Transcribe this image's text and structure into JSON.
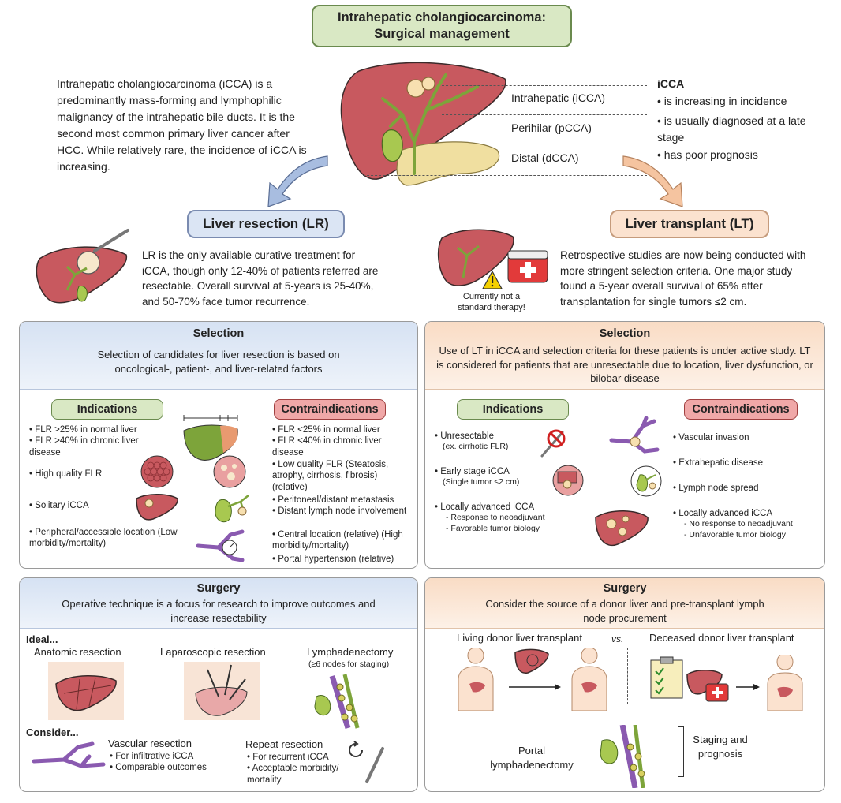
{
  "title": {
    "line1": "Intrahepatic cholangiocarcinoma:",
    "line2": "Surgical management"
  },
  "intro": "Intrahepatic cholangiocarcinoma (iCCA) is a predominantly mass-forming and lymphophilic malignancy of the intrahepatic bile ducts. It is the second most common primary liver cancer after HCC. While relatively rare, the incidence of iCCA is increasing.",
  "regions": {
    "intrahepatic": "Intrahepatic (iCCA)",
    "perihilar": "Perihilar (pCCA)",
    "distal": "Distal (dCCA)"
  },
  "icca_facts": {
    "heading": "iCCA",
    "items": [
      "is increasing in incidence",
      "is usually diagnosed at a late stage",
      "has poor prognosis"
    ]
  },
  "lr": {
    "label": "Liver resection (LR)",
    "desc": "LR  is the only available curative treatment for iCCA, though only 12-40% of patients referred are resectable. Overall survival at 5-years is 25-40%, and 50-70% face tumor recurrence."
  },
  "lt": {
    "label": "Liver transplant (LT)",
    "desc": "Retrospective studies are now being conducted with more stringent selection criteria. One major study found a 5-year overall survival of 65% after transplantation for single tumors ≤2 cm.",
    "warning": "Currently not a standard therapy!"
  },
  "lr_selection": {
    "title": "Selection",
    "sub": "Selection of candidates for liver resection is based on oncological-, patient-, and liver-related factors",
    "indications_label": "Indications",
    "contraindications_label": "Contraindications",
    "ind1a": "FLR >25% in normal liver",
    "ind1b": "FLR >40% in chronic liver disease",
    "ind2": "High quality FLR",
    "ind3": "Solitary iCCA",
    "ind4": "Peripheral/accessible location (Low morbidity/mortality)",
    "con1a": "FLR <25% in normal liver",
    "con1b": "FLR <40% in chronic liver disease",
    "con2": "Low quality FLR (Steatosis, atrophy, cirrhosis, fibrosis) (relative)",
    "con3a": "Peritoneal/distant metastasis",
    "con3b": "Distant lymph node involvement",
    "con4": "Central location (relative) (High morbidity/mortality)",
    "con5": "Portal hypertension (relative)"
  },
  "lt_selection": {
    "title": "Selection",
    "sub": "Use of LT in iCCA and selection criteria for these patients is under active study. LT is considered for patients that are unresectable due to location, liver dysfunction, or bilobar disease",
    "indications_label": "Indications",
    "contraindications_label": "Contraindications",
    "ind1": "Unresectable",
    "ind1s": "(ex. cirrhotic FLR)",
    "ind2": "Early stage iCCA",
    "ind2s": "(Single tumor ≤2 cm)",
    "ind3": "Locally advanced iCCA",
    "ind3a": "- Response to neoadjuvant",
    "ind3b": "- Favorable tumor biology",
    "con1": "Vascular invasion",
    "con2": "Extrahepatic disease",
    "con3": "Lymph node spread",
    "con4": "Locally advanced iCCA",
    "con4a": "- No response to neoadjuvant",
    "con4b": "- Unfavorable tumor biology"
  },
  "lr_surgery": {
    "title": "Surgery",
    "sub": "Operative technique is a focus for research to improve outcomes and increase resectability",
    "ideal": "Ideal...",
    "anatomic": "Anatomic resection",
    "laparoscopic": "Laparoscopic resection",
    "lymph": "Lymphadenectomy",
    "lymph_sub": "(≥6 nodes for staging)",
    "consider": "Consider...",
    "vascular": "Vascular resection",
    "vascular_a": "For infiltrative iCCA",
    "vascular_b": "Comparable outcomes",
    "repeat": "Repeat resection",
    "repeat_a": "For recurrent iCCA",
    "repeat_b": "Acceptable morbidity/ mortality"
  },
  "lt_surgery": {
    "title": "Surgery",
    "sub": "Consider the source of a donor liver and pre-transplant lymph node procurement",
    "living": "Living donor liver transplant",
    "vs": "vs.",
    "deceased": "Deceased donor liver transplant",
    "portal": "Portal lymphadenectomy",
    "staging": "Staging and prognosis"
  },
  "colors": {
    "liver": "#c8595f",
    "lr_accent": "#dbe5f4",
    "lt_accent": "#fbe2cf",
    "green": "#d9e8c4",
    "red": "#f0a8a8"
  }
}
